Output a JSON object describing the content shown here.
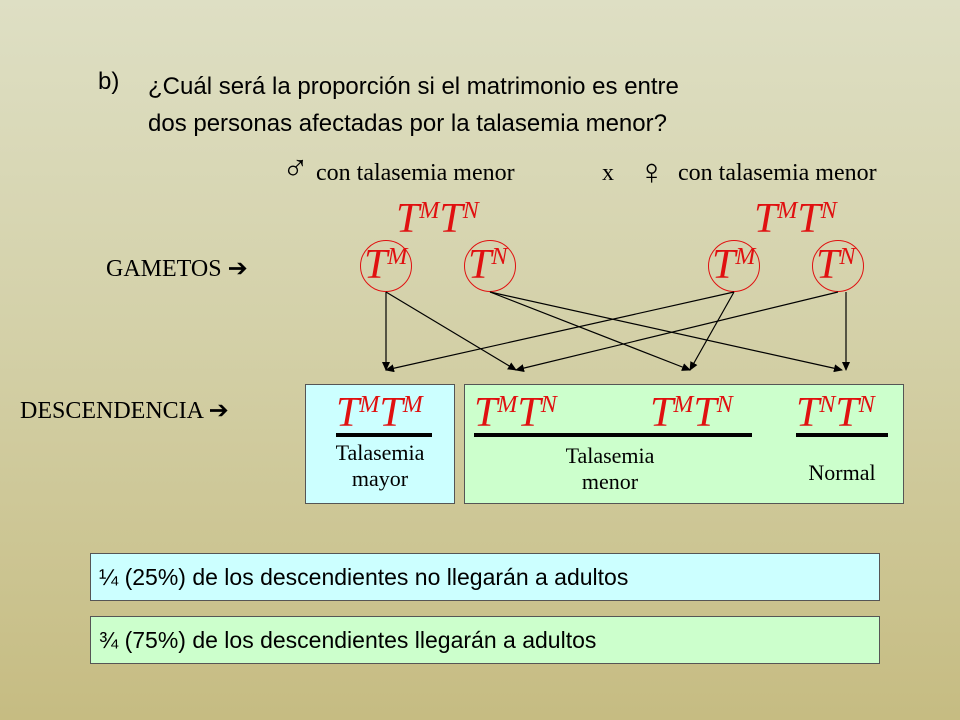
{
  "question": {
    "label": "b)",
    "line1": "¿Cuál será la proporción si el matrimonio es entre",
    "line2": "dos personas afectadas por la talasemia menor?"
  },
  "cross": {
    "male_symbol": "♂",
    "male_text": "con talasemia menor",
    "x": "x",
    "female_symbol": "♀",
    "female_text": "con talasemia menor"
  },
  "parents": [
    {
      "base1": "T",
      "sup1": "M",
      "base2": "T",
      "sup2": "N"
    },
    {
      "base1": "T",
      "sup1": "M",
      "base2": "T",
      "sup2": "N"
    }
  ],
  "gametes": {
    "label": "GAMETOS",
    "arrow": "➔",
    "items": [
      {
        "base": "T",
        "sup": "M"
      },
      {
        "base": "T",
        "sup": "N"
      },
      {
        "base": "T",
        "sup": "M"
      },
      {
        "base": "T",
        "sup": "N"
      }
    ]
  },
  "offspring": {
    "label": "DESCENDENCIA",
    "arrow": "➔",
    "genotypes": [
      {
        "base1": "T",
        "sup1": "M",
        "base2": "T",
        "sup2": "M"
      },
      {
        "base1": "T",
        "sup1": "M",
        "base2": "T",
        "sup2": "N"
      },
      {
        "base1": "T",
        "sup1": "M",
        "base2": "T",
        "sup2": "N"
      },
      {
        "base1": "T",
        "sup1": "N",
        "base2": "T",
        "sup2": "N"
      }
    ],
    "phenotypes": {
      "major_line1": "Talasemia",
      "major_line2": "mayor",
      "minor_line1": "Talasemia",
      "minor_line2": "menor",
      "normal": "Normal"
    }
  },
  "results": {
    "not_adults": "¼ (25%) de los descendientes no llegarán a adultos",
    "adults": "¾ (75%) de los descendientes llegarán a adultos"
  },
  "colors": {
    "genotype": "#e01010",
    "box_major": "#ccffff",
    "box_minor": "#ccffcc"
  }
}
